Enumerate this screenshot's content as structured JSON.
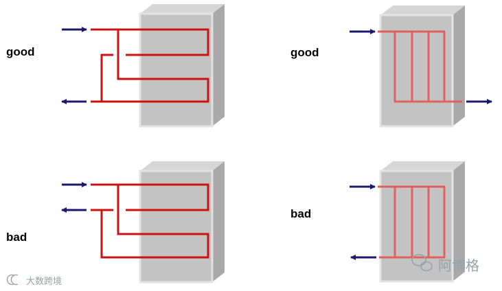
{
  "labels": {
    "top_left": "good",
    "top_right": "good",
    "bottom_left": "bad",
    "bottom_right": "bad"
  },
  "watermarks": {
    "left": "大数跨境",
    "right": "阿博格"
  },
  "colors": {
    "pipe_dark": "#cc1111",
    "pipe_light": "#e06060",
    "arrow": "#1a1a6e",
    "box_front": "#c3c3c3",
    "box_top": "#d6d6d6",
    "box_side": "#a9a9a9",
    "box_border": "#e3e3e3"
  }
}
